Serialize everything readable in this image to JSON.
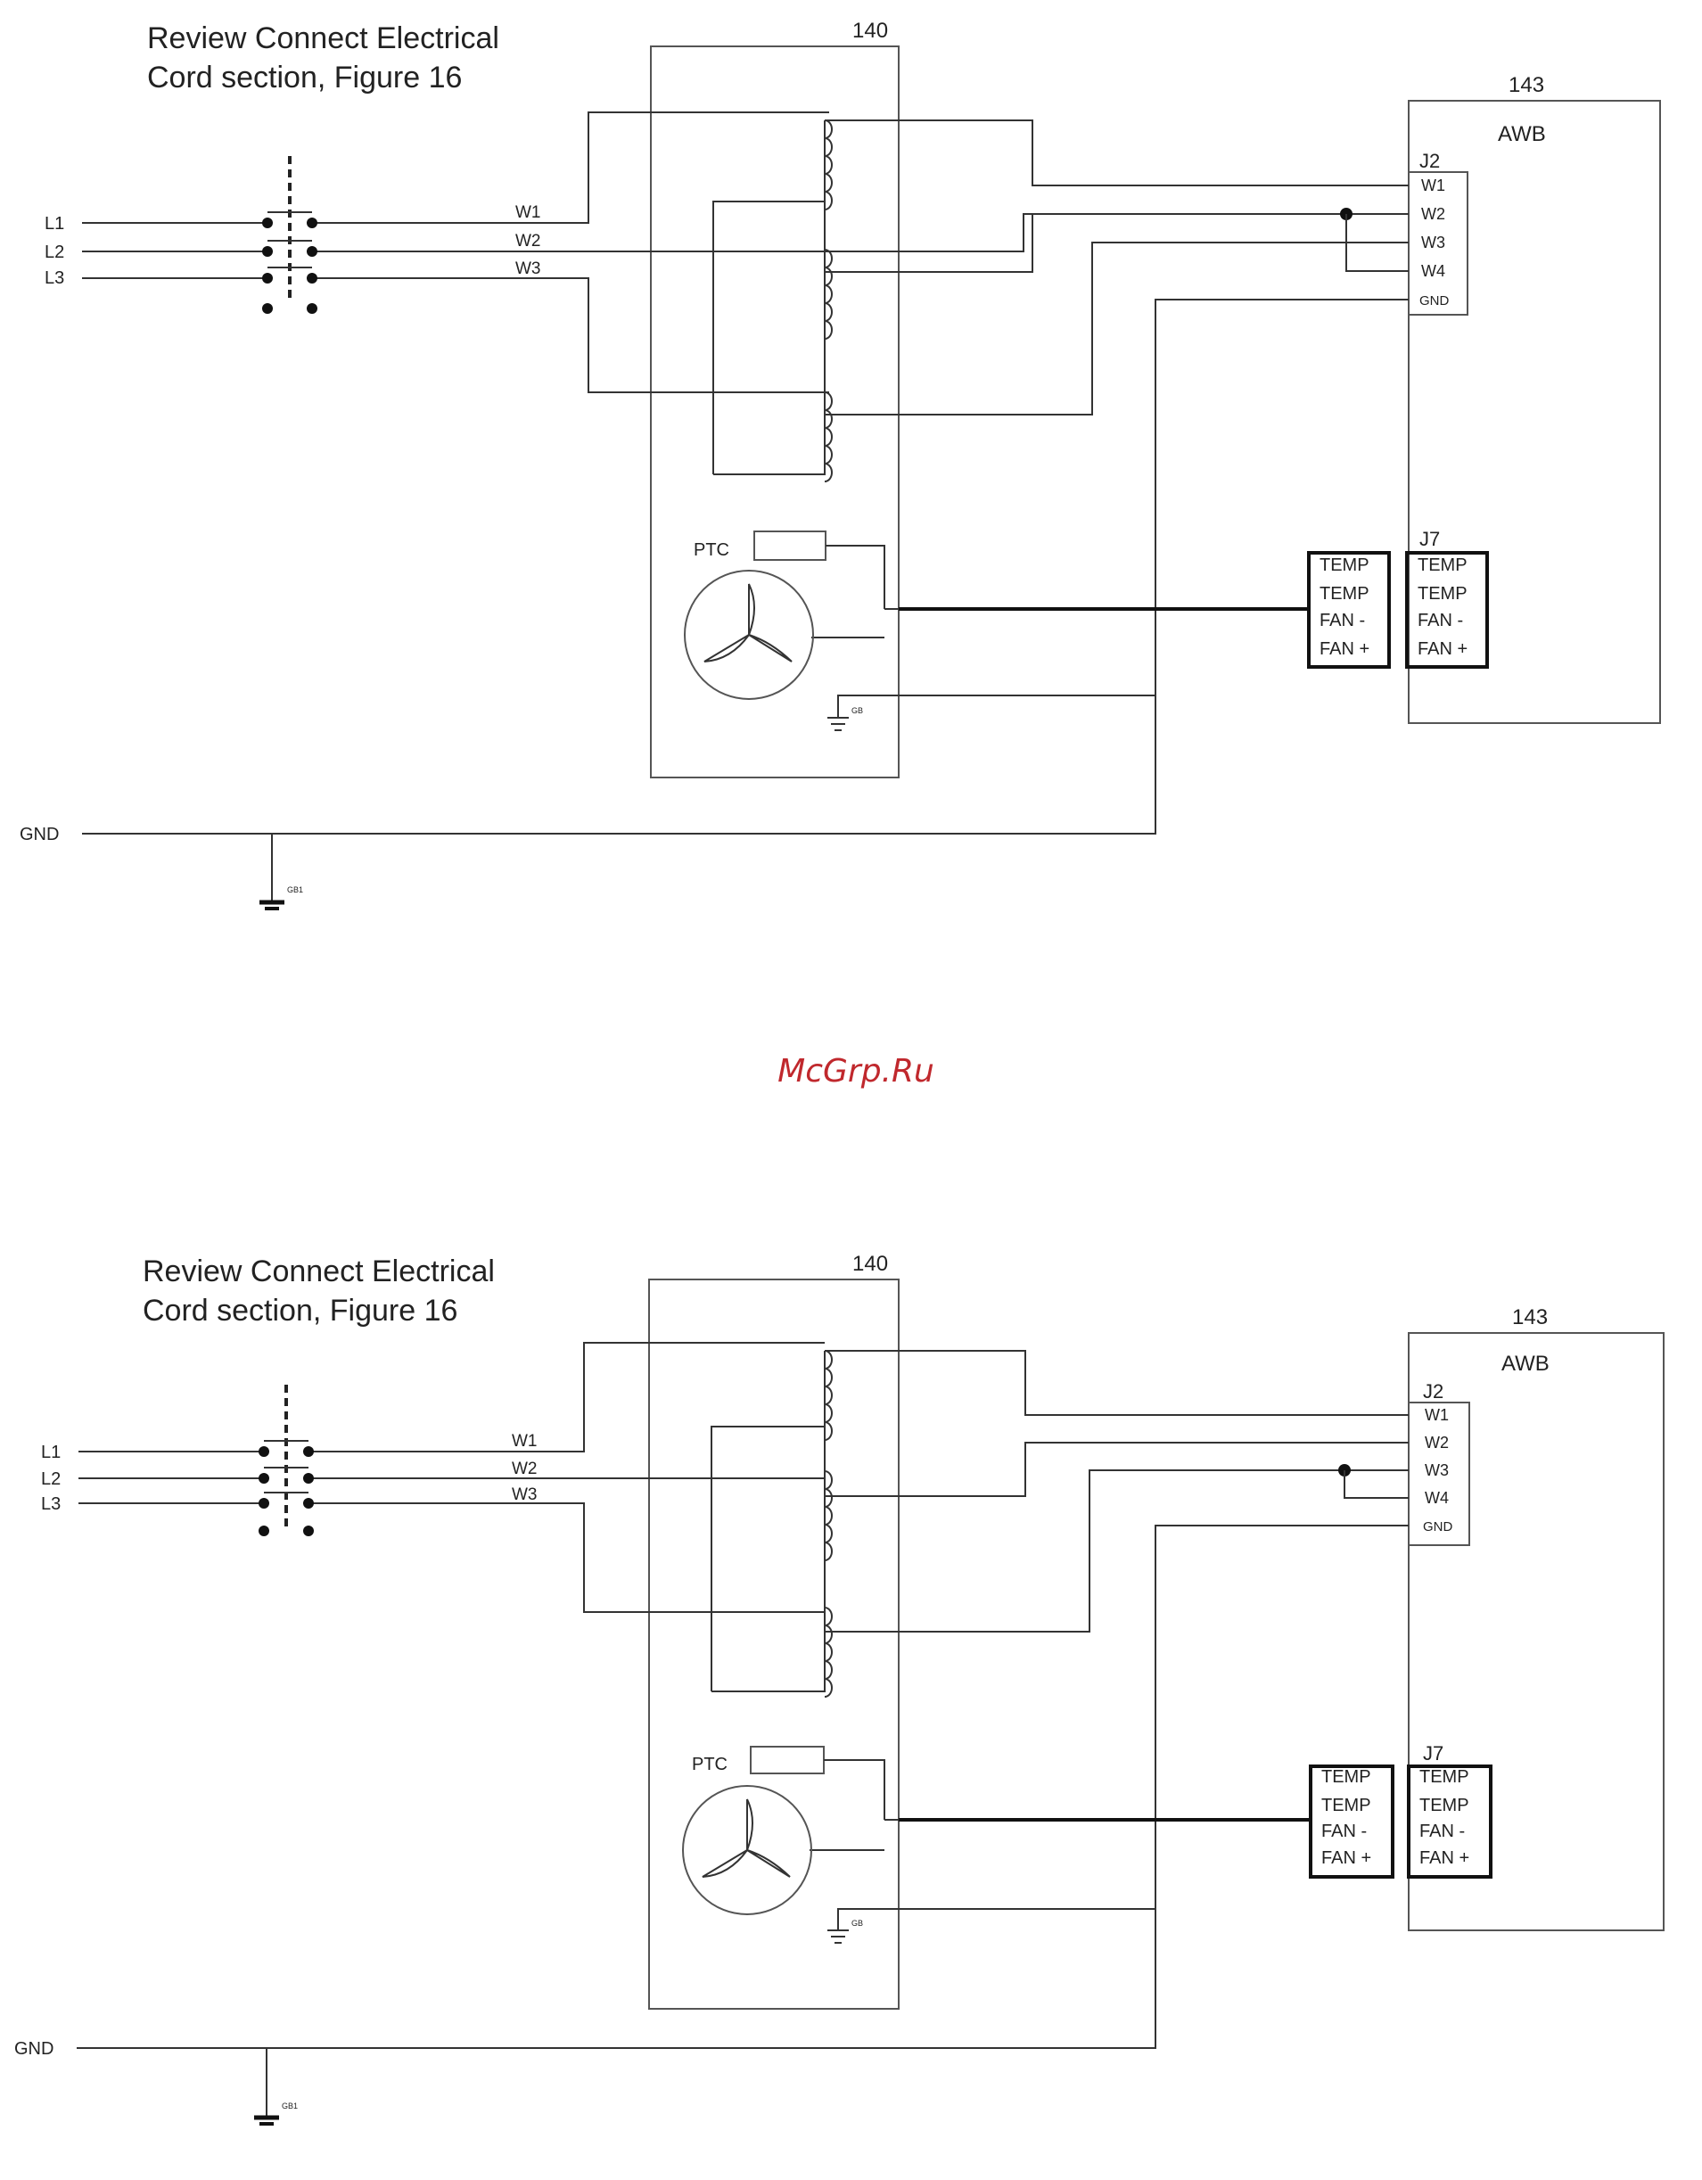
{
  "watermark": "McGrp.Ru",
  "diagrams": [
    {
      "title_line1": "Review Connect Electrical",
      "title_line2": "Cord section, Figure 16",
      "box_140_label": "140",
      "box_143_label": "143",
      "awb_label": "AWB",
      "j2_label": "J2",
      "j2_pins": [
        "W1",
        "W2",
        "W3",
        "W4",
        "GND"
      ],
      "j7_label": "J7",
      "j7_pins": [
        "TEMP",
        "TEMP",
        "FAN -",
        "FAN +"
      ],
      "plug_pins": [
        "TEMP",
        "TEMP",
        "FAN -",
        "FAN +"
      ],
      "lines": [
        "L1",
        "L2",
        "L3"
      ],
      "windings": [
        "W1",
        "W2",
        "W3"
      ],
      "ptc_label": "PTC",
      "gnd_label": "GND",
      "gb_label": "GB",
      "gb1_label": "GB1"
    },
    {
      "title_line1": "Review Connect Electrical",
      "title_line2": "Cord section, Figure 16",
      "box_140_label": "140",
      "box_143_label": "143",
      "awb_label": "AWB",
      "j2_label": "J2",
      "j2_pins": [
        "W1",
        "W2",
        "W3",
        "W4",
        "GND"
      ],
      "j7_label": "J7",
      "j7_pins": [
        "TEMP",
        "TEMP",
        "FAN -",
        "FAN +"
      ],
      "plug_pins": [
        "TEMP",
        "TEMP",
        "FAN -",
        "FAN +"
      ],
      "lines": [
        "L1",
        "L2",
        "L3"
      ],
      "windings": [
        "W1",
        "W2",
        "W3"
      ],
      "ptc_label": "PTC",
      "gnd_label": "GND",
      "gb_label": "GB",
      "gb1_label": "GB1"
    }
  ]
}
